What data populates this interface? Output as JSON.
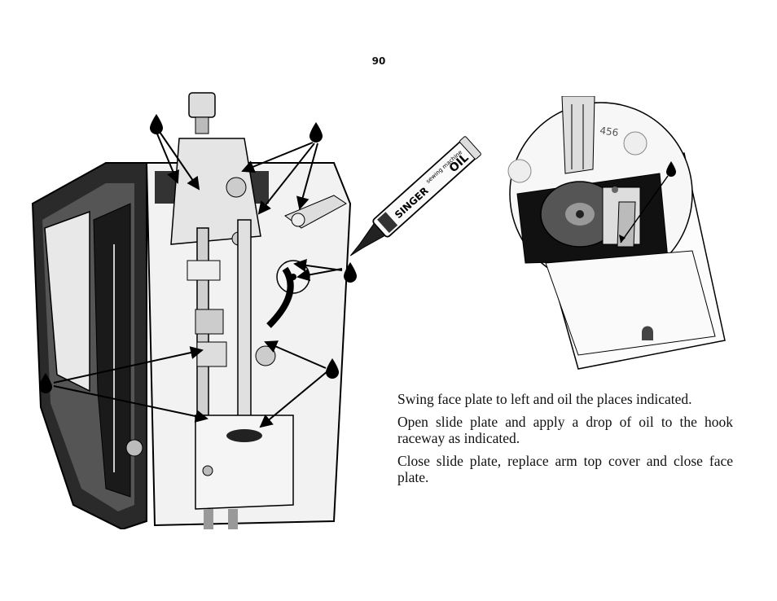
{
  "page": {
    "number": "90"
  },
  "oil_tube": {
    "brand": "SINGER",
    "product_line": "sewing machine",
    "product": "OIL"
  },
  "hook_figure": {
    "plate_marking": "456"
  },
  "instructions": [
    "Swing face plate to left and oil the places indicated.",
    "Open slide plate and apply a drop of oil to the hook raceway as indicated.",
    "Close slide plate, replace arm top cover and close face plate."
  ],
  "icons": {
    "oil_drop": "oil-drop-icon",
    "pointer_arrow": "arrow-icon"
  }
}
